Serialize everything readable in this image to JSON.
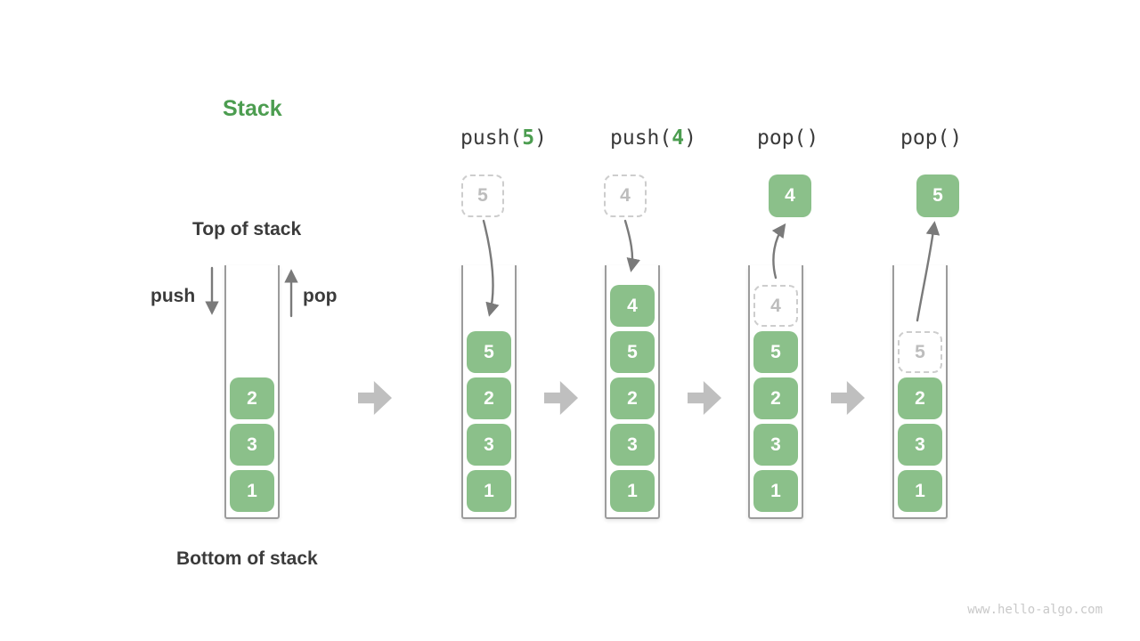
{
  "title": "Stack",
  "colors": {
    "cell_green": "#8BC08A",
    "label_green": "#4C9D50",
    "text_dark": "#3B3B3B",
    "thin_arrow_gray": "#7A7A7A",
    "flow_arrow_gray": "#BFBFBF",
    "dashed_border_gray": "#CDCDCD",
    "container_border_gray": "#9C9C9C"
  },
  "initial": {
    "top_label": "Top of stack",
    "bottom_label": "Bottom of stack",
    "push_label": "push",
    "pop_label": "pop",
    "items": [
      "2",
      "3",
      "1"
    ]
  },
  "stages": [
    {
      "label": {
        "prefix": "push(",
        "arg": "5",
        "suffix": ")"
      },
      "floating": {
        "value": "5",
        "style": "dashed"
      },
      "arrow": "down-into-stack",
      "stack": [
        {
          "value": "5",
          "style": "solid"
        },
        {
          "value": "2",
          "style": "solid"
        },
        {
          "value": "3",
          "style": "solid"
        },
        {
          "value": "1",
          "style": "solid"
        }
      ]
    },
    {
      "label": {
        "prefix": "push(",
        "arg": "4",
        "suffix": ")"
      },
      "floating": {
        "value": "4",
        "style": "dashed"
      },
      "arrow": "down-into-stack",
      "stack": [
        {
          "value": "4",
          "style": "solid"
        },
        {
          "value": "5",
          "style": "solid"
        },
        {
          "value": "2",
          "style": "solid"
        },
        {
          "value": "3",
          "style": "solid"
        },
        {
          "value": "1",
          "style": "solid"
        }
      ]
    },
    {
      "label": {
        "prefix": "pop(",
        "arg": "",
        "suffix": ")"
      },
      "floating": {
        "value": "4",
        "style": "solid"
      },
      "arrow": "up-out-of-stack",
      "stack": [
        {
          "value": "4",
          "style": "dashed"
        },
        {
          "value": "5",
          "style": "solid"
        },
        {
          "value": "2",
          "style": "solid"
        },
        {
          "value": "3",
          "style": "solid"
        },
        {
          "value": "1",
          "style": "solid"
        }
      ]
    },
    {
      "label": {
        "prefix": "pop(",
        "arg": "",
        "suffix": ")"
      },
      "floating": {
        "value": "5",
        "style": "solid"
      },
      "arrow": "up-out-of-stack",
      "stack": [
        {
          "value": "5",
          "style": "dashed"
        },
        {
          "value": "2",
          "style": "solid"
        },
        {
          "value": "3",
          "style": "solid"
        },
        {
          "value": "1",
          "style": "solid"
        }
      ]
    }
  ],
  "watermark": "www.hello-algo.com"
}
